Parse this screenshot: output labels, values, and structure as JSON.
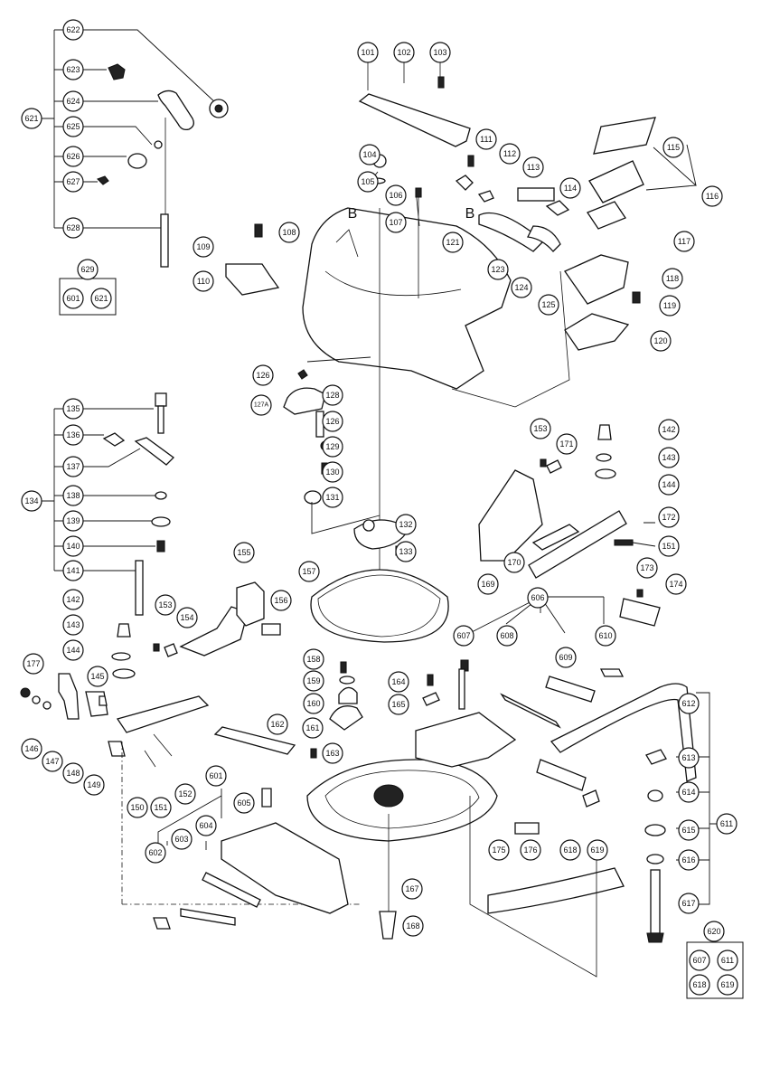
{
  "marks": [
    "B",
    "B"
  ],
  "parts": {
    "p622": "622",
    "p623": "623",
    "p624": "624",
    "p625": "625",
    "p626": "626",
    "p627": "627",
    "p628": "628",
    "p621": "621",
    "p629": "629",
    "p601k": "601",
    "p621k": "621",
    "p101": "101",
    "p102": "102",
    "p103": "103",
    "p104": "104",
    "p105": "105",
    "p106": "106",
    "p107": "107",
    "p108": "108",
    "p109": "109",
    "p110": "110",
    "p111": "111",
    "p112": "112",
    "p113": "113",
    "p114": "114",
    "p115": "115",
    "p116": "116",
    "p117": "117",
    "p118": "118",
    "p119": "119",
    "p120": "120",
    "p121": "121",
    "p123": "123",
    "p124": "124",
    "p125": "125",
    "p126a": "126",
    "p127a": "127A",
    "p128": "128",
    "p126b": "126",
    "p129": "129",
    "p130": "130",
    "p131": "131",
    "p132": "132",
    "p133": "133",
    "p135": "135",
    "p136": "136",
    "p137": "137",
    "p134": "134",
    "p138": "138",
    "p139": "139",
    "p140": "140",
    "p141": "141",
    "p142a": "142",
    "p143a": "143",
    "p144a": "144",
    "p145": "145",
    "p177": "177",
    "p146": "146",
    "p147": "147",
    "p148": "148",
    "p149": "149",
    "p150": "150",
    "p151a": "151",
    "p152": "152",
    "p153a": "153",
    "p154": "154",
    "p155": "155",
    "p156": "156",
    "p157": "157",
    "p158": "158",
    "p159": "159",
    "p160": "160",
    "p161": "161",
    "p162": "162",
    "p163": "163",
    "p164": "164",
    "p165": "165",
    "p153b": "153",
    "p171": "171",
    "p142b": "142",
    "p143b": "143",
    "p144b": "144",
    "p172": "172",
    "p151b": "151",
    "p169": "169",
    "p170": "170",
    "p173": "173",
    "p174": "174",
    "p606": "606",
    "p607": "607",
    "p608": "608",
    "p609": "609",
    "p610": "610",
    "p612": "612",
    "p613": "613",
    "p614": "614",
    "p611": "611",
    "p615": "615",
    "p616": "616",
    "p617": "617",
    "p618": "618",
    "p619": "619",
    "p175": "175",
    "p176": "176",
    "p167": "167",
    "p168": "168",
    "p601": "601",
    "p602": "602",
    "p603": "603",
    "p604": "604",
    "p605": "605",
    "p620": "620",
    "p607k": "607",
    "p611k": "611",
    "p618k": "618",
    "p619k": "619"
  }
}
